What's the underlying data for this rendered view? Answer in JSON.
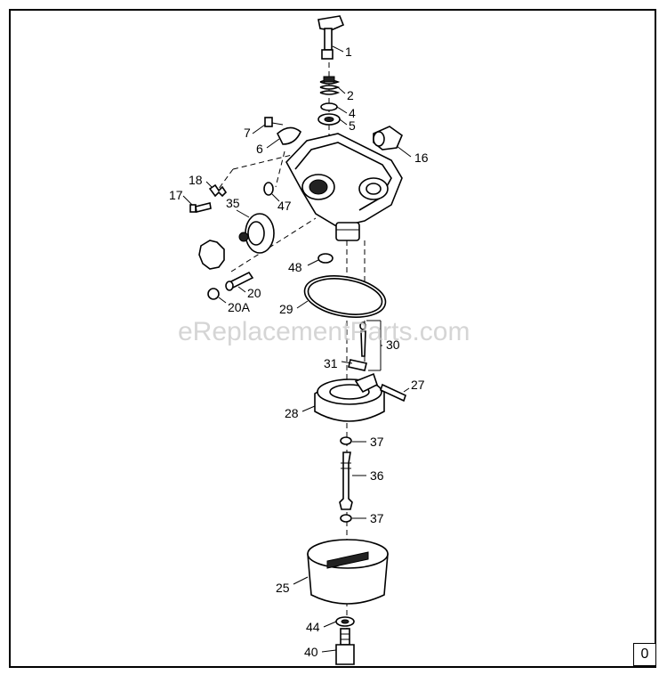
{
  "watermark": "eReplacementParts.com",
  "page_number": "0",
  "callouts": {
    "c1": "1",
    "c2": "2",
    "c4": "4",
    "c5": "5",
    "c7": "7",
    "c6": "6",
    "c16": "16",
    "c18": "18",
    "c17": "17",
    "c35": "35",
    "c47": "47",
    "c48": "48",
    "c20": "20",
    "c20a": "20A",
    "c29": "29",
    "c30": "30",
    "c31": "31",
    "c27": "27",
    "c28": "28",
    "c37a": "37",
    "c36": "36",
    "c37b": "37",
    "c25": "25",
    "c44": "44",
    "c40": "40"
  }
}
